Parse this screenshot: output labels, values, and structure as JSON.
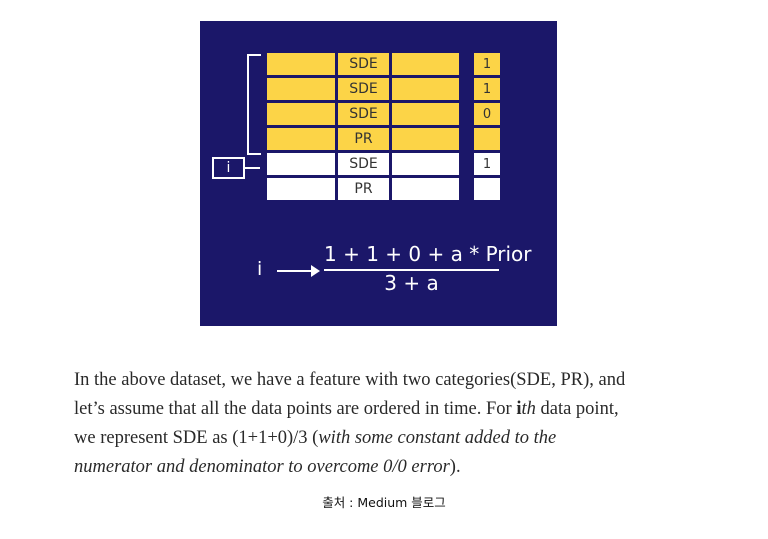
{
  "figure": {
    "rows": [
      {
        "category": "SDE",
        "target": "1",
        "highlight": true
      },
      {
        "category": "SDE",
        "target": "1",
        "highlight": true
      },
      {
        "category": "SDE",
        "target": "0",
        "highlight": true
      },
      {
        "category": "PR",
        "target": "",
        "highlight": true
      },
      {
        "category": "SDE",
        "target": "1",
        "highlight": false
      },
      {
        "category": "PR",
        "target": "",
        "highlight": false
      }
    ],
    "index_label": "i",
    "formula": {
      "lhs": "i",
      "numerator": "1 + 1 + 0 + a * Prior",
      "denominator": "3 + a"
    },
    "colors": {
      "background": "#1b1769",
      "highlight": "#fcd447"
    }
  },
  "paragraph": {
    "line1": "In the above dataset, we have a feature with two categories(SDE, PR), and",
    "line2_a": "let’s assume that all the data points are ordered in time. For ",
    "line2_b": "i",
    "line2_c": "th",
    "line2_d": " data point,",
    "line3_a": "we represent SDE as (1+1+0)/3 (",
    "line3_b": "with some constant added to the",
    "line4_a": "numerator and denominator to overcome 0/0 error",
    "line4_b": ")."
  },
  "caption": "출처 : Medium 블로그"
}
